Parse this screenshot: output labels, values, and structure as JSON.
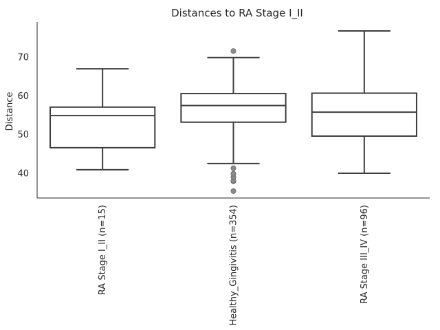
{
  "chart_data": {
    "type": "box",
    "title": "Distances to RA Stage I_II",
    "ylabel": "Distance",
    "xlabel": "",
    "ylim": [
      33.5,
      79
    ],
    "yticks": [
      40,
      50,
      60,
      70
    ],
    "grid": false,
    "categories": [
      "RA Stage I_II (n=15)",
      "Healthy_Gingivitis (n=354)",
      "RA Stage III_IV (n=96)"
    ],
    "boxes": [
      {
        "whisker_low": 40.8,
        "q1": 46.5,
        "median": 54.8,
        "q3": 57.0,
        "whisker_high": 66.9,
        "outliers": []
      },
      {
        "whisker_low": 42.4,
        "q1": 53.1,
        "median": 57.4,
        "q3": 60.5,
        "whisker_high": 69.8,
        "outliers": [
          35.3,
          37.8,
          38.0,
          38.9,
          39.8,
          41.2,
          71.5
        ]
      },
      {
        "whisker_low": 39.9,
        "q1": 49.5,
        "median": 55.7,
        "q3": 60.6,
        "whisker_high": 76.7,
        "outliers": []
      }
    ],
    "colors": {
      "box_edge": "#3d3d3d",
      "box_fill": "#ffffff",
      "outlier": "#8a8a8a",
      "text": "#262626"
    }
  }
}
